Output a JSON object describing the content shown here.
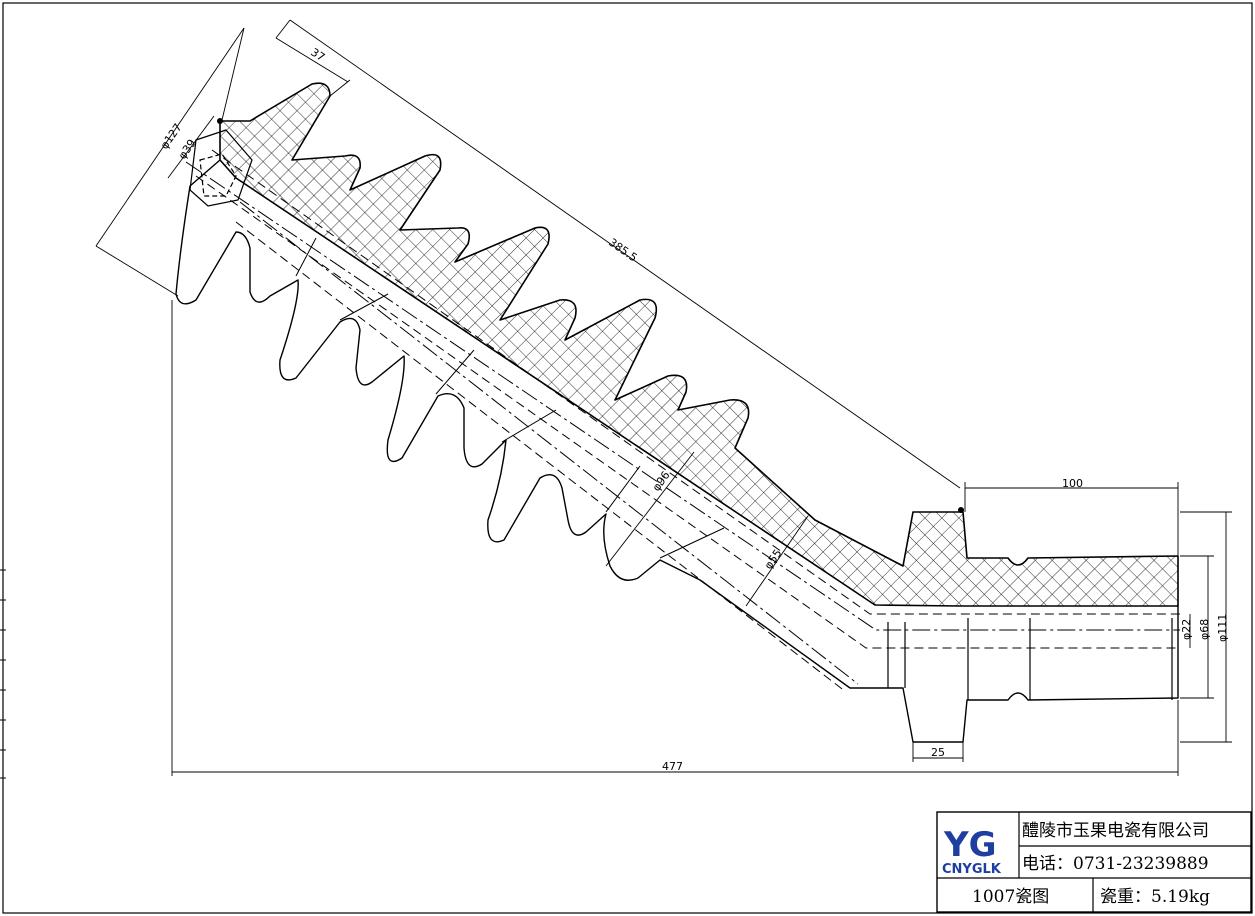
{
  "dimensions": {
    "d127": "φ127",
    "d39": "φ39",
    "len37": "37",
    "len385": "385.5",
    "d96": "φ96",
    "d55": "φ55",
    "len100": "100",
    "d22": "φ22",
    "d68": "φ68",
    "d111": "φ111",
    "len25": "25",
    "len477": "477"
  },
  "title_block": {
    "logo_letters": "YG",
    "logo_sub": "CNYGLK",
    "company": "醴陵市玉果电瓷有限公司",
    "phone": "电话：0731-23239889",
    "drawing_no": "1007瓷图",
    "weight": "瓷重：5.19kg"
  },
  "colors": {
    "line": "#000000",
    "logo_blue": "#1f3fa0",
    "background": "#ffffff"
  }
}
